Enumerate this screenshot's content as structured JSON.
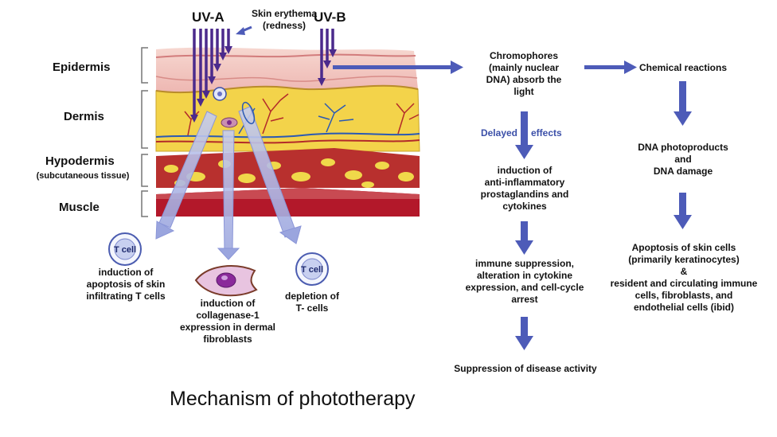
{
  "uv": {
    "uva": "UV-A",
    "uvb": "UV-B"
  },
  "erythema": "Skin erythema\n(redness)",
  "layers": {
    "epidermis": "Epidermis",
    "dermis": "Dermis",
    "hypodermis": "Hypodermis",
    "hypodermis_sub": "(subcutaneous tissue)",
    "muscle": "Muscle"
  },
  "cells": {
    "tcell": "T cell"
  },
  "uva_effects": {
    "apoptosis_tcells": "induction of\napoptosis of skin\ninfiltrating T cells",
    "collagenase": "induction of\ncollagenase-1\nexpression in dermal\nfibroblasts",
    "depletion": "depletion of\nT- cells"
  },
  "uvb_path": {
    "chromophores": "Chromophores\n(mainly nuclear\nDNA) absorb the\nlight",
    "delayed": "Delayed",
    "effects": "effects",
    "anti_inflammatory": "induction of\nanti-inflammatory\nprostaglandins and\ncytokines",
    "immune_suppression": "immune suppression,\nalteration in cytokine\nexpression, and cell-cycle\narrest",
    "suppression": "Suppression of disease activity",
    "chemical": "Chemical reactions",
    "dna": "DNA photoproducts\nand\nDNA damage",
    "apoptosis_skin": "Apoptosis of skin cells\n(primarily keratinocytes)\n&\nresident and circulating immune\ncells, fibroblasts, and\nendothelial cells (ibid)"
  },
  "caption": "Mechanism of phototherapy",
  "colors": {
    "arrow": "#4d5bb8",
    "arrow_dark": "#3a3f9e",
    "uv_line": "#4b2a8c",
    "epidermis": "#f2c9c4",
    "dermis": "#f3d34a",
    "hypodermis": "#b8302e",
    "muscle": "#b3182a",
    "fat": "#f0d84a"
  }
}
